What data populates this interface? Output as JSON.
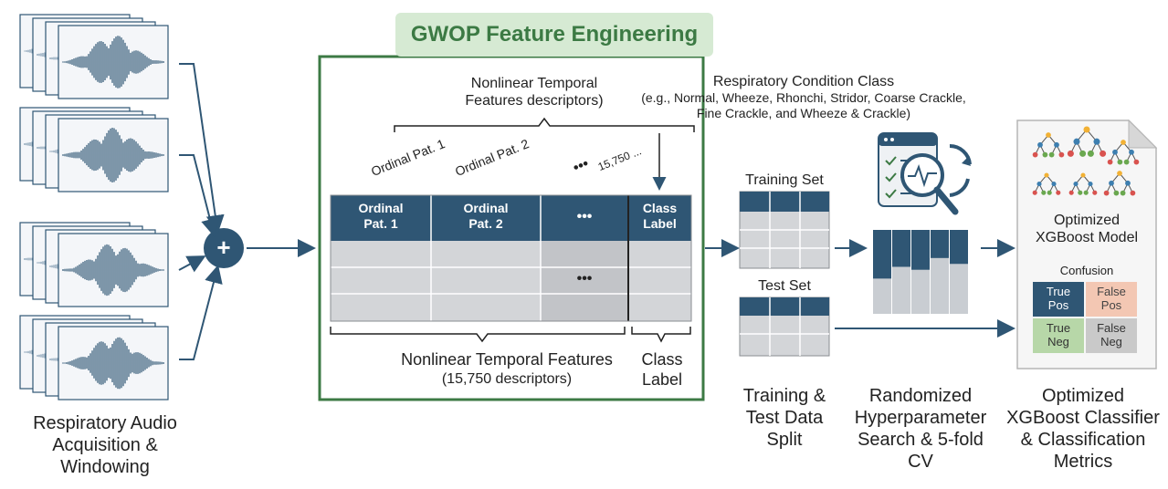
{
  "title": "GWOP Feature Engineering",
  "acquisition": {
    "caption": [
      "Respiratory Audio",
      "Acquisition &",
      "Windowing"
    ],
    "merge_symbol": "+"
  },
  "features": {
    "top_brace_label": [
      "Nonlinear Temporal",
      "Features descriptors)"
    ],
    "class_note": [
      "Respiratory Condition Class",
      "(e.g., Normal, Wheeze, Rhonchi, Stridor, Coarse Crackle,",
      "Fine Crackle, and Wheeze & Crackle)"
    ],
    "rotated_labels": [
      "Ordinal Pat. 1",
      "Ordinal Pat. 2",
      "15,750 ..."
    ],
    "rotated_dots": "•••",
    "headers": [
      [
        "Ordinal",
        "Pat. 1"
      ],
      [
        "Ordinal",
        "Pat. 2"
      ],
      [
        "•••"
      ],
      [
        "Class",
        "Label"
      ]
    ],
    "body_dots": "•••",
    "bottom_label": [
      "Nonlinear Temporal Features",
      "(15,750 descriptors)"
    ],
    "bottom_class_label": [
      "Class",
      "Label"
    ]
  },
  "split": {
    "training_label": "Training Set",
    "test_label": "Test Set",
    "caption": [
      "Training &",
      "Test Data",
      "Split"
    ]
  },
  "search": {
    "caption": [
      "Randomized",
      "Hyperparameter",
      "Search & 5-fold",
      "CV"
    ]
  },
  "model": {
    "title": [
      "Optimized",
      "XGBoost Model"
    ],
    "confusion_label": "Confusion",
    "cells": [
      [
        "True",
        "Pos"
      ],
      [
        "False",
        "Pos"
      ],
      [
        "True",
        "Neg"
      ],
      [
        "False",
        "Neg"
      ]
    ],
    "caption": [
      "Optimized",
      "XGBoost Classifier",
      "& Classification",
      "Metrics"
    ]
  },
  "colors": {
    "navy": "#2f5674",
    "green_frame": "#3c7a44",
    "title_bg": "#d6ead3",
    "grid_grey": "#d3d5d8",
    "true_pos": "#2f5674",
    "false_pos": "#f3c7b3",
    "true_neg": "#b7d7a8",
    "false_neg": "#c9c9c9"
  }
}
